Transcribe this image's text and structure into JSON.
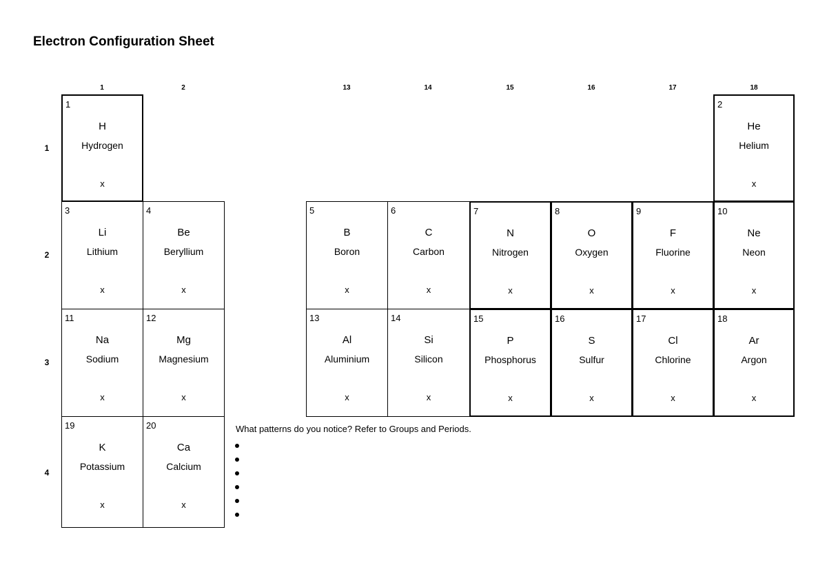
{
  "title": "Electron Configuration Sheet",
  "groups": [
    "1",
    "2",
    "13",
    "14",
    "15",
    "16",
    "17",
    "18"
  ],
  "periods": [
    "1",
    "2",
    "3",
    "4"
  ],
  "elements": [
    {
      "number": "1",
      "symbol": "H",
      "name": "Hydrogen",
      "config": "x"
    },
    {
      "number": "2",
      "symbol": "He",
      "name": "Helium",
      "config": "x"
    },
    {
      "number": "3",
      "symbol": "Li",
      "name": "Lithium",
      "config": "x"
    },
    {
      "number": "4",
      "symbol": "Be",
      "name": "Beryllium",
      "config": "x"
    },
    {
      "number": "5",
      "symbol": "B",
      "name": "Boron",
      "config": "x"
    },
    {
      "number": "6",
      "symbol": "C",
      "name": "Carbon",
      "config": "x"
    },
    {
      "number": "7",
      "symbol": "N",
      "name": "Nitrogen",
      "config": "x"
    },
    {
      "number": "8",
      "symbol": "O",
      "name": "Oxygen",
      "config": "x"
    },
    {
      "number": "9",
      "symbol": "F",
      "name": "Fluorine",
      "config": "x"
    },
    {
      "number": "10",
      "symbol": "Ne",
      "name": "Neon",
      "config": "x"
    },
    {
      "number": "11",
      "symbol": "Na",
      "name": "Sodium",
      "config": "x"
    },
    {
      "number": "12",
      "symbol": "Mg",
      "name": "Magnesium",
      "config": "x"
    },
    {
      "number": "13",
      "symbol": "Al",
      "name": "Aluminium",
      "config": "x"
    },
    {
      "number": "14",
      "symbol": "Si",
      "name": "Silicon",
      "config": "x"
    },
    {
      "number": "15",
      "symbol": "P",
      "name": "Phosphorus",
      "config": "x"
    },
    {
      "number": "16",
      "symbol": "S",
      "name": "Sulfur",
      "config": "x"
    },
    {
      "number": "17",
      "symbol": "Cl",
      "name": "Chlorine",
      "config": "x"
    },
    {
      "number": "18",
      "symbol": "Ar",
      "name": "Argon",
      "config": "x"
    },
    {
      "number": "19",
      "symbol": "K",
      "name": "Potassium",
      "config": "x"
    },
    {
      "number": "20",
      "symbol": "Ca",
      "name": "Calcium",
      "config": "x"
    }
  ],
  "question": "What patterns do you notice? Refer to Groups and Periods."
}
